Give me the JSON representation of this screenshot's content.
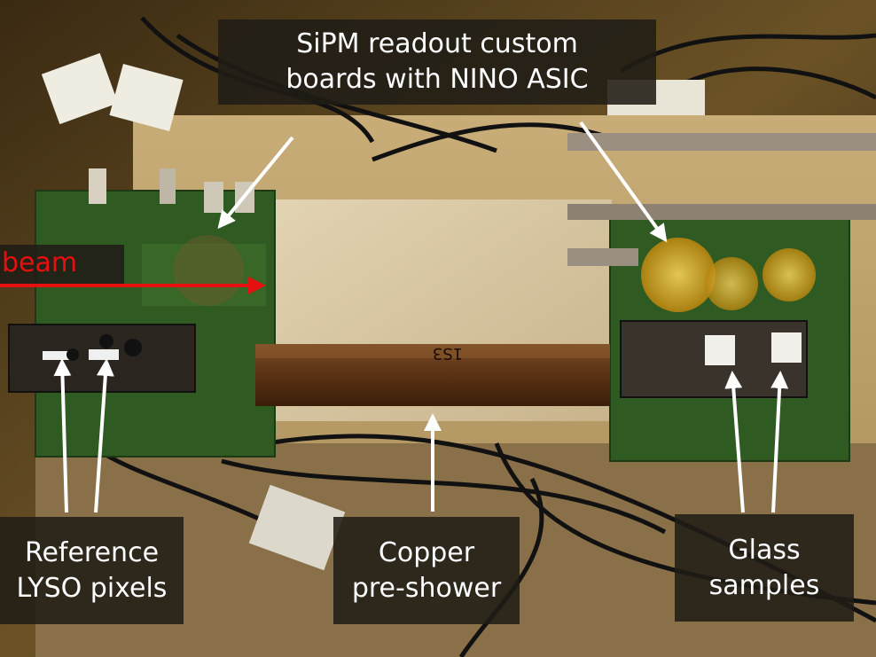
{
  "image": {
    "description_icon": "photo-icon"
  },
  "labels": {
    "readout": [
      "SiPM readout custom",
      "boards with NINO ASIC"
    ],
    "beam": "beam",
    "reference": [
      "Reference",
      "LYSO pixels"
    ],
    "copper": [
      "Copper",
      "pre-shower"
    ],
    "glass": [
      "Glass",
      "samples"
    ]
  },
  "copper_block_marking": "1S3",
  "colors": {
    "beam_arrow": "#e61010",
    "annotation_arrow": "#ffffff",
    "label_background": "#201c16"
  }
}
